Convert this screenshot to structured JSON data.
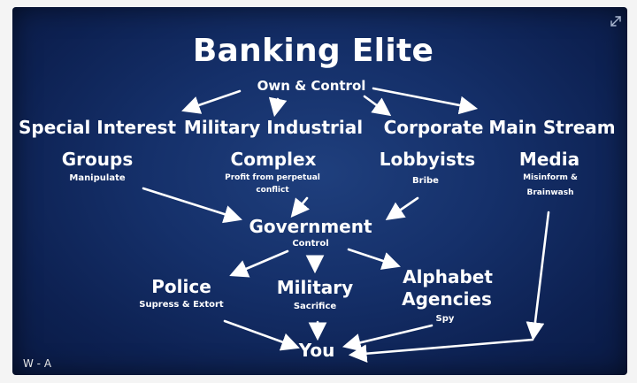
{
  "diagram": {
    "title": "Banking Elite",
    "own_control": "Own & Control",
    "special_interest_line1": "Special Interest",
    "special_interest_line2": "Groups",
    "special_interest_action": "Manipulate",
    "military_industrial_line1": "Military Industrial",
    "military_industrial_line2": "Complex",
    "military_industrial_action_line1": "Profit from perpetual",
    "military_industrial_action_line2": "conflict",
    "corporate_line1": "Corporate",
    "corporate_line2": "Lobbyists",
    "corporate_action": "Bribe",
    "media_line1": "Main Stream",
    "media_line2": "Media",
    "media_action_line1": "Misinform &",
    "media_action_line2": "Brainwash",
    "government": "Government",
    "government_action": "Control",
    "police": "Police",
    "police_action": "Supress & Extort",
    "military": "Military",
    "military_action": "Sacrifice",
    "alphabet_line1": "Alphabet",
    "alphabet_line2": "Agencies",
    "alphabet_action": "Spy",
    "you": "You"
  },
  "watermark": "W - A",
  "colors": {
    "background": "#15306a",
    "text": "#ffffff",
    "arrow": "#ffffff"
  },
  "icons": {
    "corner": "expand-icon"
  }
}
